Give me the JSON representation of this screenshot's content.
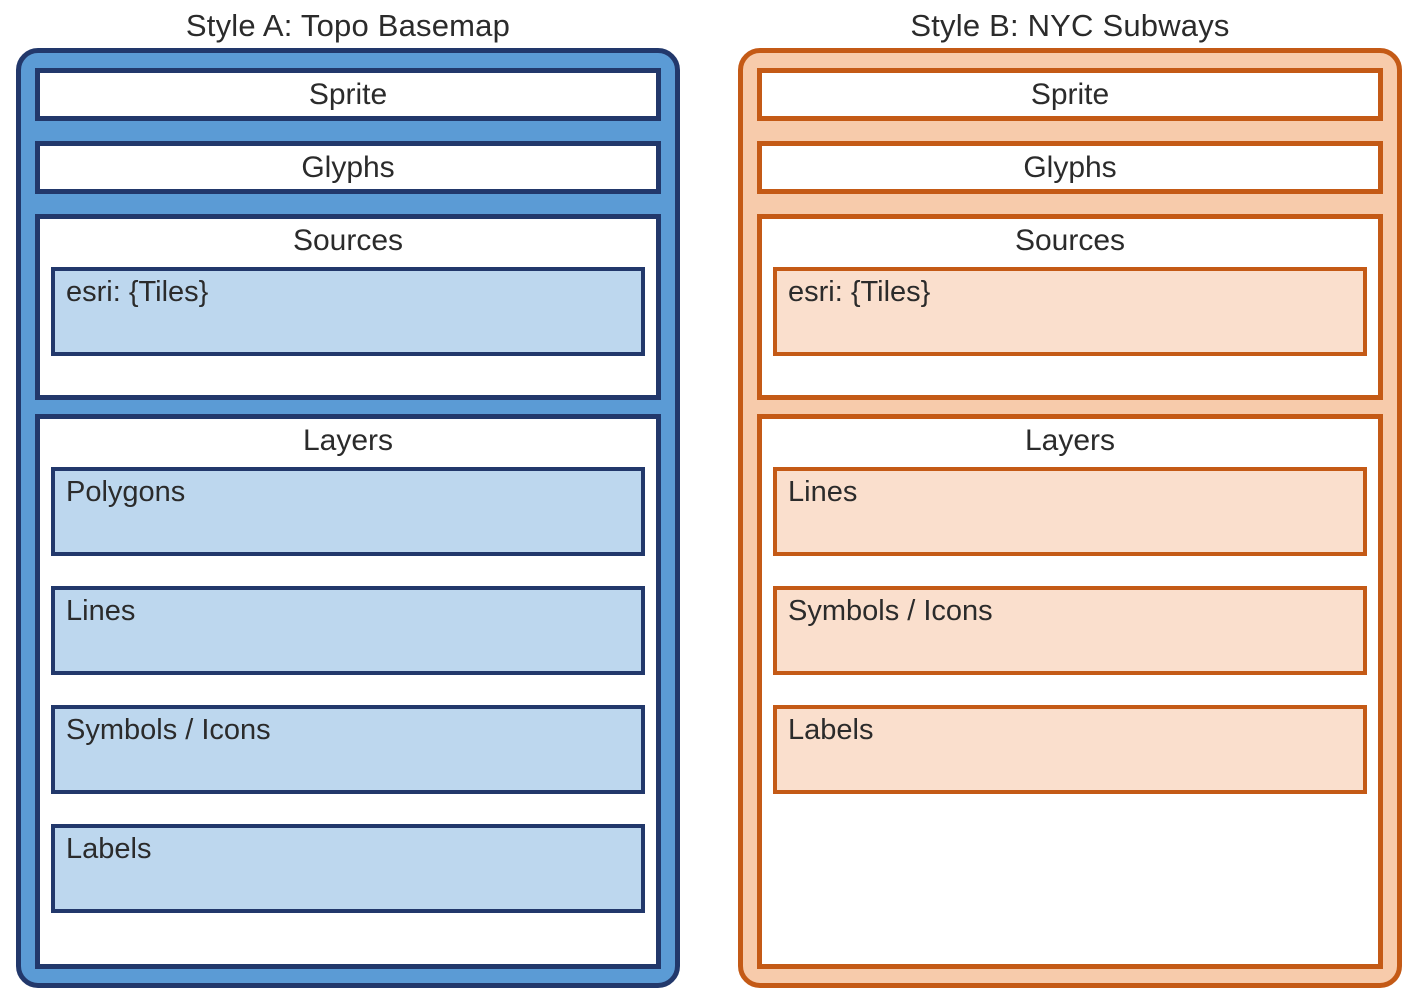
{
  "diagram": {
    "columns": [
      {
        "id": "style-a",
        "title": "Style A: Topo Basemap",
        "theme": "blue",
        "colors": {
          "panel_fill": "#5B9BD5",
          "panel_border": "#22386B",
          "item_fill": "#BDD7EE",
          "item_border": "#22386B"
        },
        "sections": [
          {
            "id": "sprite",
            "title": "Sprite",
            "items": []
          },
          {
            "id": "glyphs",
            "title": "Glyphs",
            "items": []
          },
          {
            "id": "sources",
            "title": "Sources",
            "items": [
              {
                "label": "esri: {Tiles}"
              }
            ]
          },
          {
            "id": "layers",
            "title": "Layers",
            "items": [
              {
                "label": "Polygons"
              },
              {
                "label": "Lines"
              },
              {
                "label": "Symbols / Icons"
              },
              {
                "label": "Labels"
              }
            ]
          }
        ]
      },
      {
        "id": "style-b",
        "title": "Style B: NYC Subways",
        "theme": "orange",
        "colors": {
          "panel_fill": "#F7CBAB",
          "panel_border": "#C45A16",
          "item_fill": "#FADFCD",
          "item_border": "#C45A16"
        },
        "sections": [
          {
            "id": "sprite",
            "title": "Sprite",
            "items": []
          },
          {
            "id": "glyphs",
            "title": "Glyphs",
            "items": []
          },
          {
            "id": "sources",
            "title": "Sources",
            "items": [
              {
                "label": "esri: {Tiles}"
              }
            ]
          },
          {
            "id": "layers",
            "title": "Layers",
            "items": [
              {
                "label": "Lines"
              },
              {
                "label": "Symbols / Icons"
              },
              {
                "label": "Labels"
              }
            ]
          }
        ]
      }
    ],
    "text_color": "#2b2b2b",
    "background": "#ffffff"
  }
}
